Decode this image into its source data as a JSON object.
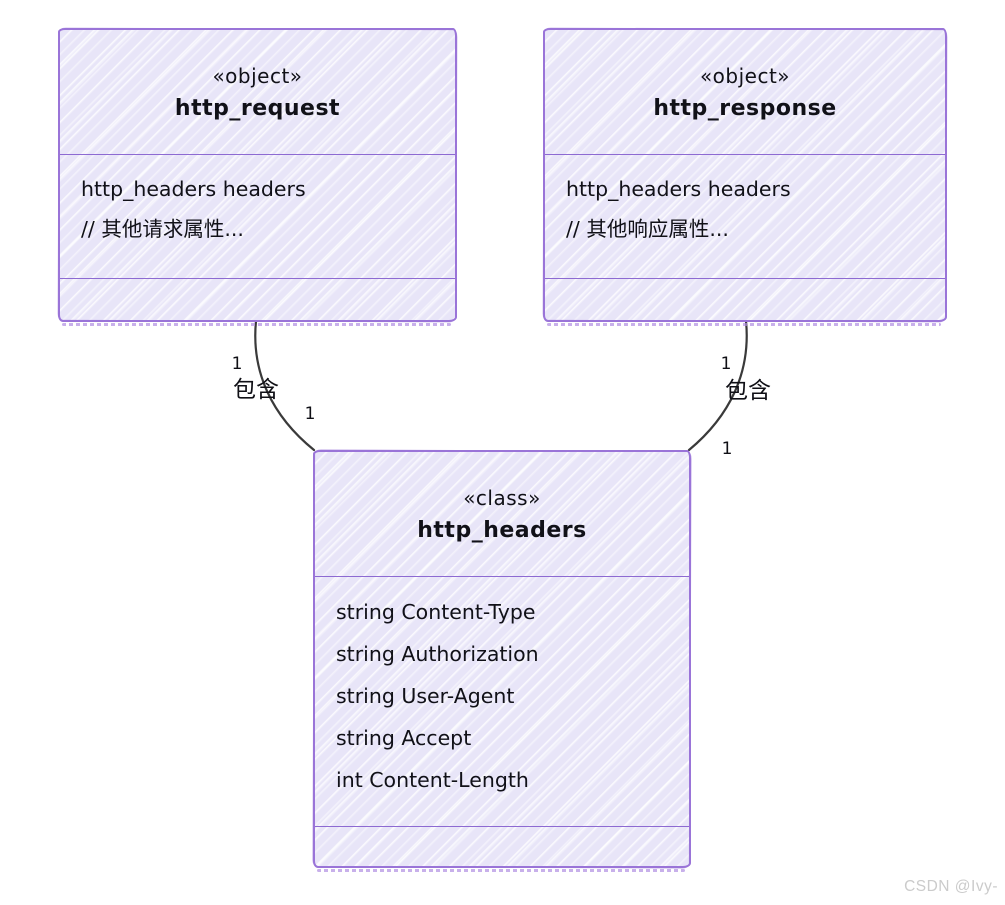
{
  "diagram": {
    "type": "uml-class-diagram",
    "style": "hand-drawn",
    "colors": {
      "box_fill": "#e8e5f8",
      "box_border": "#9a74d8",
      "divider": "#8d6ad2",
      "text": "#111118",
      "edge_line": "#3a3a3a",
      "watermark": "#cbcbcb"
    },
    "nodes": {
      "request": {
        "stereotype": "«object»",
        "name": "http_request",
        "attributes": [
          "http_headers headers",
          "// 其他请求属性..."
        ]
      },
      "response": {
        "stereotype": "«object»",
        "name": "http_response",
        "attributes": [
          "http_headers headers",
          "// 其他响应属性..."
        ]
      },
      "headers": {
        "stereotype": "«class»",
        "name": "http_headers",
        "attributes": [
          "string Content-Type",
          "string Authorization",
          "string User-Agent",
          "string Accept",
          "int Content-Length"
        ]
      }
    },
    "edges": {
      "request_headers": {
        "from": "http_request",
        "to": "http_headers",
        "label": "包含",
        "from_cardinality": "1",
        "to_cardinality": "1"
      },
      "response_headers": {
        "from": "http_response",
        "to": "http_headers",
        "label": "包含",
        "from_cardinality": "1",
        "to_cardinality": "1"
      }
    }
  },
  "watermark": {
    "text": "CSDN @Ivy-"
  }
}
